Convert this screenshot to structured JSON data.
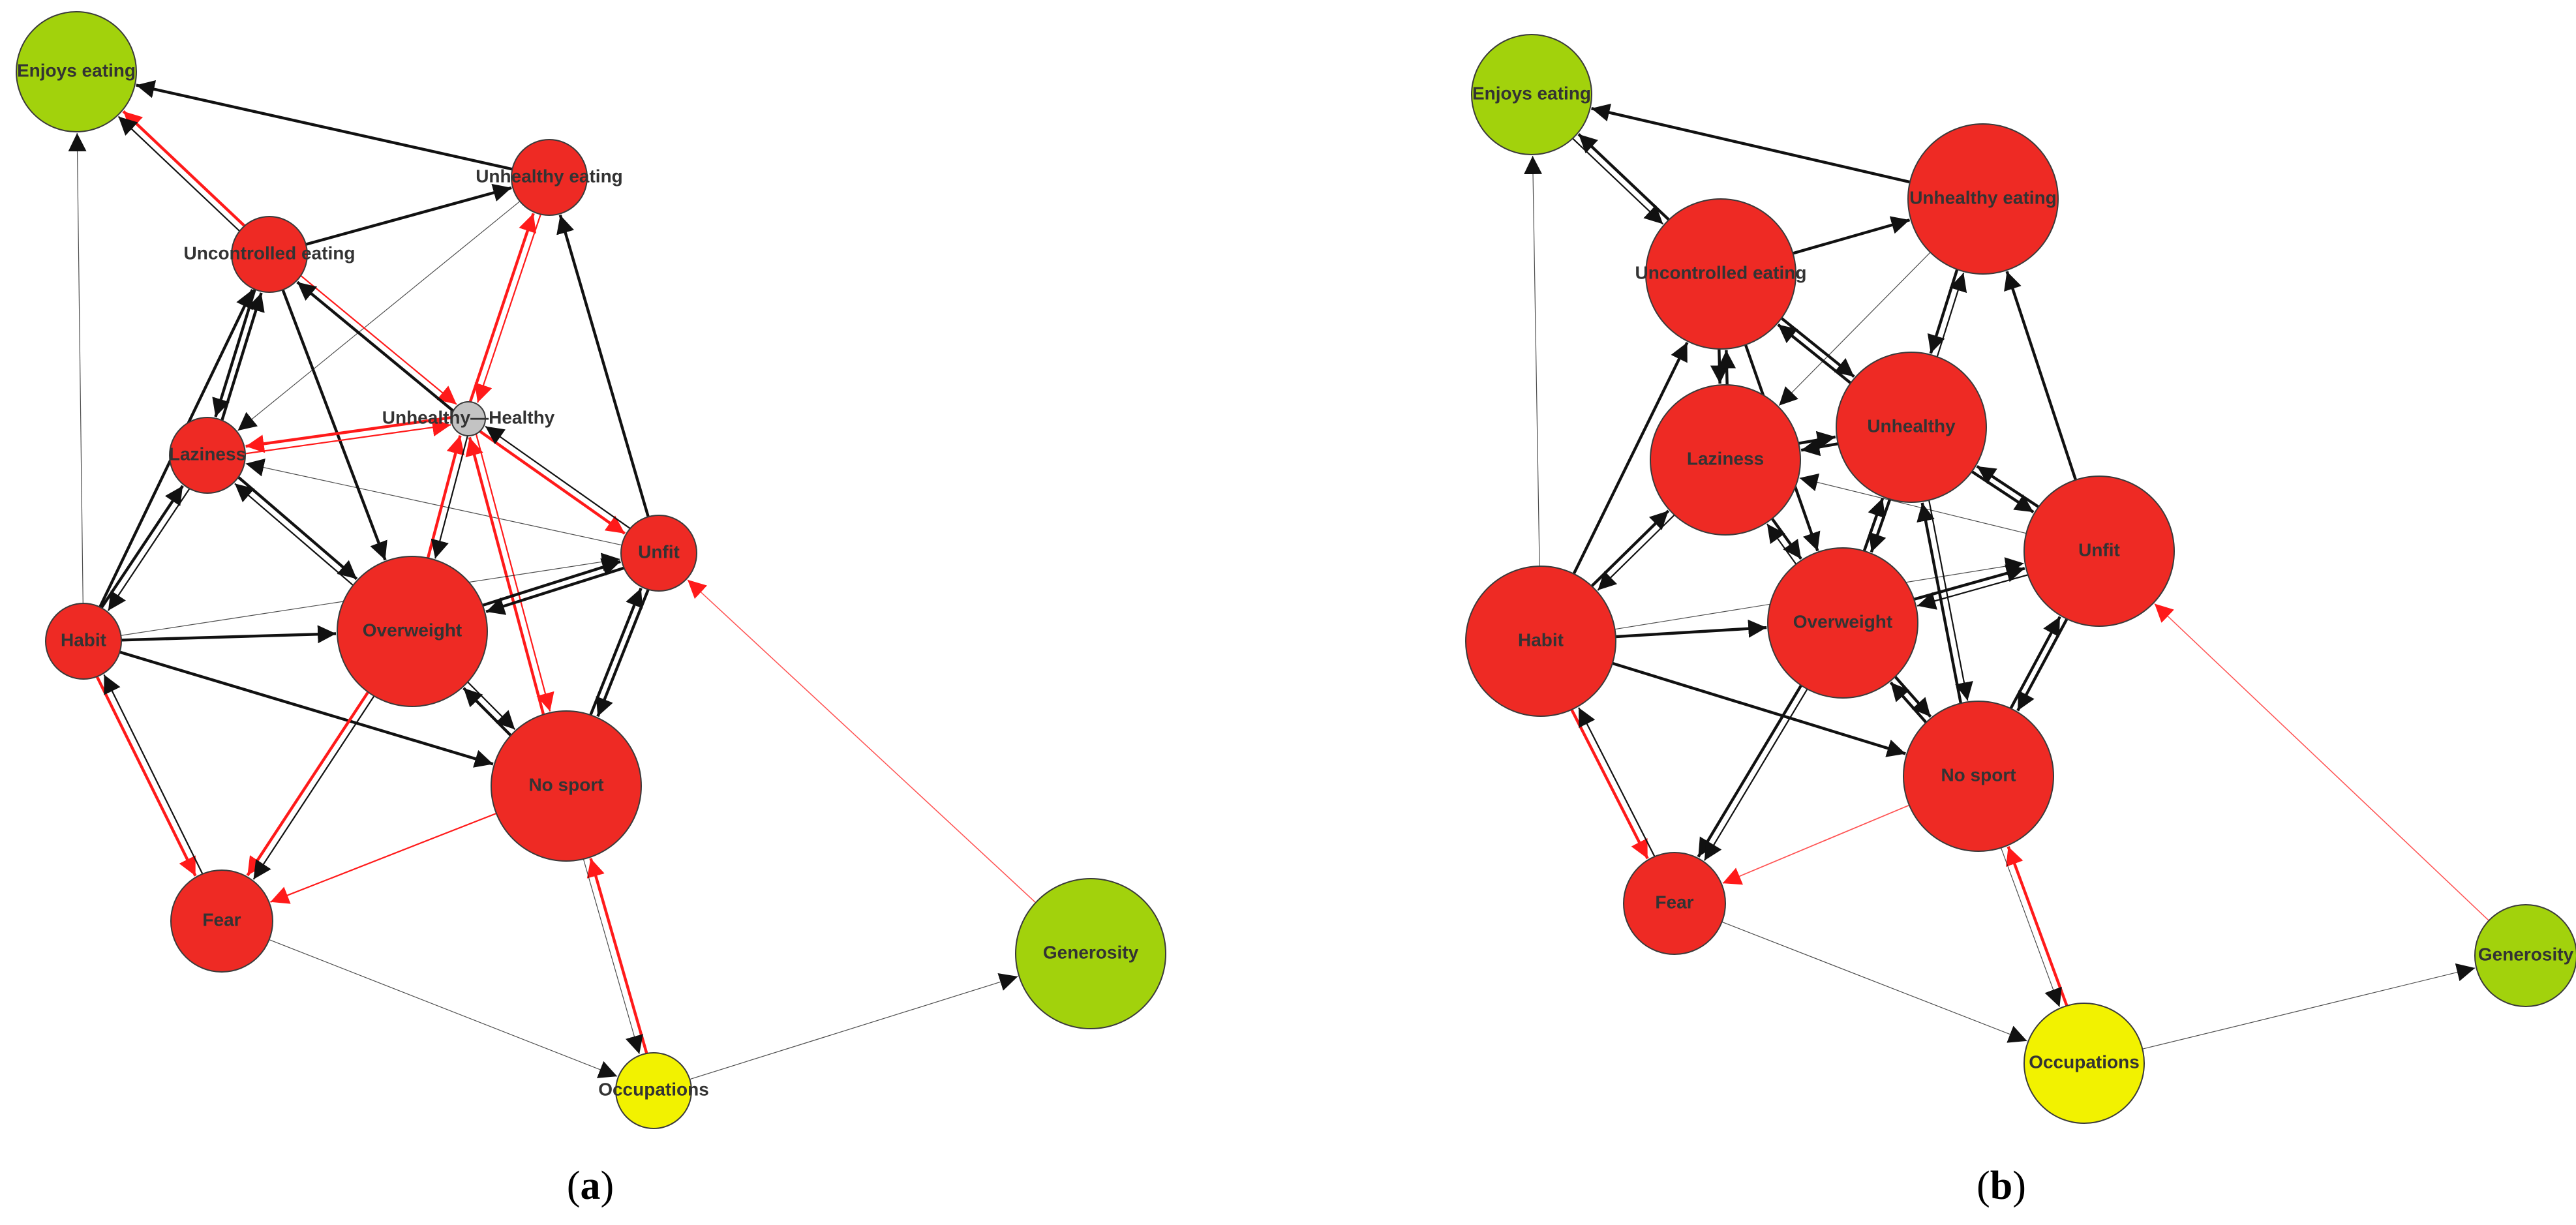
{
  "colors": {
    "red": "#ee2a24",
    "green": "#a2d20c",
    "yellow": "#f2f200",
    "grey": "#c3c3c3",
    "edge_black": "#111111",
    "edge_red": "#ff1a1a",
    "node_stroke": "#3a3a3a"
  },
  "panels": [
    {
      "id": "a",
      "label_open": "(",
      "label_letter": "a",
      "label_close": ")",
      "nodes": [
        {
          "id": "enjoys",
          "label": "Enjoys eating",
          "color": "green",
          "size": "l"
        },
        {
          "id": "unheat",
          "label": "Unhealthy eating",
          "color": "red",
          "size": "s"
        },
        {
          "id": "uncontrolled",
          "label": "Uncontrolled eating",
          "color": "red",
          "size": "s"
        },
        {
          "id": "unhealthy",
          "label": "Unhealthy—Healthy",
          "color": "grey",
          "size": "xs"
        },
        {
          "id": "laziness",
          "label": "Laziness",
          "color": "red",
          "size": "s"
        },
        {
          "id": "unfit",
          "label": "Unfit",
          "color": "red",
          "size": "s"
        },
        {
          "id": "habit",
          "label": "Habit",
          "color": "red",
          "size": "s"
        },
        {
          "id": "overweight",
          "label": "Overweight",
          "color": "red",
          "size": "xl"
        },
        {
          "id": "nosport",
          "label": "No sport",
          "color": "red",
          "size": "xl"
        },
        {
          "id": "fear",
          "label": "Fear",
          "color": "red",
          "size": "m"
        },
        {
          "id": "generosity",
          "label": "Generosity",
          "color": "green",
          "size": "xl"
        },
        {
          "id": "occupations",
          "label": "Occupations",
          "color": "yellow",
          "size": "s"
        }
      ],
      "edges": [
        {
          "from": "unheat",
          "to": "enjoys",
          "color": "black",
          "weight": 2
        },
        {
          "from": "uncontrolled",
          "to": "enjoys",
          "color": "red",
          "weight": 2
        },
        {
          "from": "uncontrolled",
          "to": "enjoys",
          "color": "black",
          "weight": 1
        },
        {
          "from": "habit",
          "to": "enjoys",
          "color": "black",
          "weight": 0.5
        },
        {
          "from": "uncontrolled",
          "to": "unheat",
          "color": "black",
          "weight": 2
        },
        {
          "from": "unheat",
          "to": "laziness",
          "color": "black",
          "weight": 0.5
        },
        {
          "from": "uncontrolled",
          "to": "laziness",
          "color": "black",
          "weight": 2
        },
        {
          "from": "laziness",
          "to": "uncontrolled",
          "color": "black",
          "weight": 2
        },
        {
          "from": "uncontrolled",
          "to": "overweight",
          "color": "black",
          "weight": 2
        },
        {
          "from": "uncontrolled",
          "to": "unhealthy",
          "color": "red",
          "weight": 1
        },
        {
          "from": "unhealthy",
          "to": "uncontrolled",
          "color": "black",
          "weight": 2
        },
        {
          "from": "unhealthy",
          "to": "unheat",
          "color": "red",
          "weight": 2
        },
        {
          "from": "unheat",
          "to": "unhealthy",
          "color": "red",
          "weight": 1
        },
        {
          "from": "unhealthy",
          "to": "laziness",
          "color": "red",
          "weight": 2
        },
        {
          "from": "laziness",
          "to": "unhealthy",
          "color": "red",
          "weight": 1
        },
        {
          "from": "unfit",
          "to": "unheat",
          "color": "black",
          "weight": 2
        },
        {
          "from": "unfit",
          "to": "laziness",
          "color": "black",
          "weight": 0.5
        },
        {
          "from": "unhealthy",
          "to": "unfit",
          "color": "red",
          "weight": 2
        },
        {
          "from": "unfit",
          "to": "unhealthy",
          "color": "black",
          "weight": 1
        },
        {
          "from": "habit",
          "to": "laziness",
          "color": "black",
          "weight": 2
        },
        {
          "from": "laziness",
          "to": "habit",
          "color": "black",
          "weight": 1
        },
        {
          "from": "habit",
          "to": "uncontrolled",
          "color": "black",
          "weight": 2
        },
        {
          "from": "laziness",
          "to": "overweight",
          "color": "black",
          "weight": 2
        },
        {
          "from": "overweight",
          "to": "laziness",
          "color": "black",
          "weight": 1
        },
        {
          "from": "overweight",
          "to": "unhealthy",
          "color": "red",
          "weight": 2
        },
        {
          "from": "unhealthy",
          "to": "overweight",
          "color": "black",
          "weight": 1
        },
        {
          "from": "nosport",
          "to": "unhealthy",
          "color": "red",
          "weight": 2
        },
        {
          "from": "unhealthy",
          "to": "nosport",
          "color": "red",
          "weight": 1
        },
        {
          "from": "habit",
          "to": "overweight",
          "color": "black",
          "weight": 2
        },
        {
          "from": "habit",
          "to": "unfit",
          "color": "black",
          "weight": 0.5
        },
        {
          "from": "habit",
          "to": "nosport",
          "color": "black",
          "weight": 2
        },
        {
          "from": "habit",
          "to": "fear",
          "color": "red",
          "weight": 2
        },
        {
          "from": "fear",
          "to": "habit",
          "color": "black",
          "weight": 1
        },
        {
          "from": "overweight",
          "to": "unfit",
          "color": "black",
          "weight": 2
        },
        {
          "from": "unfit",
          "to": "overweight",
          "color": "black",
          "weight": 2
        },
        {
          "from": "nosport",
          "to": "unfit",
          "color": "black",
          "weight": 2
        },
        {
          "from": "unfit",
          "to": "nosport",
          "color": "black",
          "weight": 2
        },
        {
          "from": "nosport",
          "to": "overweight",
          "color": "black",
          "weight": 2
        },
        {
          "from": "overweight",
          "to": "nosport",
          "color": "black",
          "weight": 1
        },
        {
          "from": "overweight",
          "to": "fear",
          "color": "red",
          "weight": 2
        },
        {
          "from": "overweight",
          "to": "fear",
          "color": "black",
          "weight": 1
        },
        {
          "from": "nosport",
          "to": "fear",
          "color": "red",
          "weight": 1
        },
        {
          "from": "fear",
          "to": "occupations",
          "color": "black",
          "weight": 0.5
        },
        {
          "from": "occupations",
          "to": "nosport",
          "color": "red",
          "weight": 2
        },
        {
          "from": "nosport",
          "to": "occupations",
          "color": "black",
          "weight": 0.5
        },
        {
          "from": "occupations",
          "to": "generosity",
          "color": "black",
          "weight": 0.5
        },
        {
          "from": "generosity",
          "to": "unfit",
          "color": "red",
          "weight": 0.7
        }
      ]
    },
    {
      "id": "b",
      "label_open": "(",
      "label_letter": "b",
      "label_close": ")",
      "nodes": [
        {
          "id": "enjoys",
          "label": "Enjoys eating",
          "color": "green",
          "size": "l"
        },
        {
          "id": "unheat",
          "label": "Unhealthy eating",
          "color": "red",
          "size": "xl"
        },
        {
          "id": "uncontrolled",
          "label": "Uncontrolled eating",
          "color": "red",
          "size": "xl"
        },
        {
          "id": "unhealthy",
          "label": "Unhealthy",
          "color": "red",
          "size": "xl"
        },
        {
          "id": "laziness",
          "label": "Laziness",
          "color": "red",
          "size": "xl"
        },
        {
          "id": "unfit",
          "label": "Unfit",
          "color": "red",
          "size": "xl"
        },
        {
          "id": "habit",
          "label": "Habit",
          "color": "red",
          "size": "xl"
        },
        {
          "id": "overweight",
          "label": "Overweight",
          "color": "red",
          "size": "xl"
        },
        {
          "id": "nosport",
          "label": "No sport",
          "color": "red",
          "size": "xl"
        },
        {
          "id": "fear",
          "label": "Fear",
          "color": "red",
          "size": "m"
        },
        {
          "id": "generosity",
          "label": "Generosity",
          "color": "green",
          "size": "m"
        },
        {
          "id": "occupations",
          "label": "Occupations",
          "color": "yellow",
          "size": "l"
        }
      ],
      "edges": [
        {
          "from": "unheat",
          "to": "enjoys",
          "color": "black",
          "weight": 2
        },
        {
          "from": "uncontrolled",
          "to": "enjoys",
          "color": "black",
          "weight": 2
        },
        {
          "from": "enjoys",
          "to": "uncontrolled",
          "color": "black",
          "weight": 1
        },
        {
          "from": "habit",
          "to": "enjoys",
          "color": "black",
          "weight": 0.5
        },
        {
          "from": "uncontrolled",
          "to": "unheat",
          "color": "black",
          "weight": 2
        },
        {
          "from": "unheat",
          "to": "laziness",
          "color": "black",
          "weight": 0.5
        },
        {
          "from": "uncontrolled",
          "to": "laziness",
          "color": "black",
          "weight": 2
        },
        {
          "from": "laziness",
          "to": "uncontrolled",
          "color": "black",
          "weight": 2
        },
        {
          "from": "uncontrolled",
          "to": "overweight",
          "color": "black",
          "weight": 2
        },
        {
          "from": "uncontrolled",
          "to": "unhealthy",
          "color": "black",
          "weight": 2
        },
        {
          "from": "unhealthy",
          "to": "uncontrolled",
          "color": "black",
          "weight": 2
        },
        {
          "from": "unheat",
          "to": "unhealthy",
          "color": "black",
          "weight": 2
        },
        {
          "from": "unhealthy",
          "to": "unheat",
          "color": "black",
          "weight": 1
        },
        {
          "from": "laziness",
          "to": "unhealthy",
          "color": "black",
          "weight": 2
        },
        {
          "from": "unhealthy",
          "to": "laziness",
          "color": "black",
          "weight": 2
        },
        {
          "from": "unfit",
          "to": "unheat",
          "color": "black",
          "weight": 2
        },
        {
          "from": "unfit",
          "to": "laziness",
          "color": "black",
          "weight": 0.5
        },
        {
          "from": "unhealthy",
          "to": "unfit",
          "color": "black",
          "weight": 2
        },
        {
          "from": "unfit",
          "to": "unhealthy",
          "color": "black",
          "weight": 2
        },
        {
          "from": "habit",
          "to": "laziness",
          "color": "black",
          "weight": 2
        },
        {
          "from": "laziness",
          "to": "habit",
          "color": "black",
          "weight": 1
        },
        {
          "from": "habit",
          "to": "uncontrolled",
          "color": "black",
          "weight": 2
        },
        {
          "from": "laziness",
          "to": "overweight",
          "color": "black",
          "weight": 2
        },
        {
          "from": "overweight",
          "to": "laziness",
          "color": "black",
          "weight": 1
        },
        {
          "from": "overweight",
          "to": "unhealthy",
          "color": "black",
          "weight": 2
        },
        {
          "from": "unhealthy",
          "to": "overweight",
          "color": "black",
          "weight": 2
        },
        {
          "from": "nosport",
          "to": "unhealthy",
          "color": "black",
          "weight": 2
        },
        {
          "from": "unhealthy",
          "to": "nosport",
          "color": "black",
          "weight": 1
        },
        {
          "from": "habit",
          "to": "overweight",
          "color": "black",
          "weight": 2
        },
        {
          "from": "habit",
          "to": "unfit",
          "color": "black",
          "weight": 0.5
        },
        {
          "from": "habit",
          "to": "nosport",
          "color": "black",
          "weight": 2
        },
        {
          "from": "habit",
          "to": "fear",
          "color": "red",
          "weight": 2
        },
        {
          "from": "fear",
          "to": "habit",
          "color": "black",
          "weight": 1
        },
        {
          "from": "overweight",
          "to": "unfit",
          "color": "black",
          "weight": 2
        },
        {
          "from": "unfit",
          "to": "overweight",
          "color": "black",
          "weight": 1
        },
        {
          "from": "nosport",
          "to": "unfit",
          "color": "black",
          "weight": 2
        },
        {
          "from": "unfit",
          "to": "nosport",
          "color": "black",
          "weight": 2
        },
        {
          "from": "nosport",
          "to": "overweight",
          "color": "black",
          "weight": 2
        },
        {
          "from": "overweight",
          "to": "nosport",
          "color": "black",
          "weight": 2
        },
        {
          "from": "overweight",
          "to": "fear",
          "color": "black",
          "weight": 2
        },
        {
          "from": "overweight",
          "to": "fear",
          "color": "black",
          "weight": 1
        },
        {
          "from": "nosport",
          "to": "fear",
          "color": "red",
          "weight": 0.8
        },
        {
          "from": "fear",
          "to": "occupations",
          "color": "black",
          "weight": 0.5
        },
        {
          "from": "occupations",
          "to": "nosport",
          "color": "red",
          "weight": 2
        },
        {
          "from": "nosport",
          "to": "occupations",
          "color": "black",
          "weight": 0.5
        },
        {
          "from": "occupations",
          "to": "generosity",
          "color": "black",
          "weight": 0.5
        },
        {
          "from": "generosity",
          "to": "unfit",
          "color": "red",
          "weight": 0.7
        }
      ]
    }
  ]
}
